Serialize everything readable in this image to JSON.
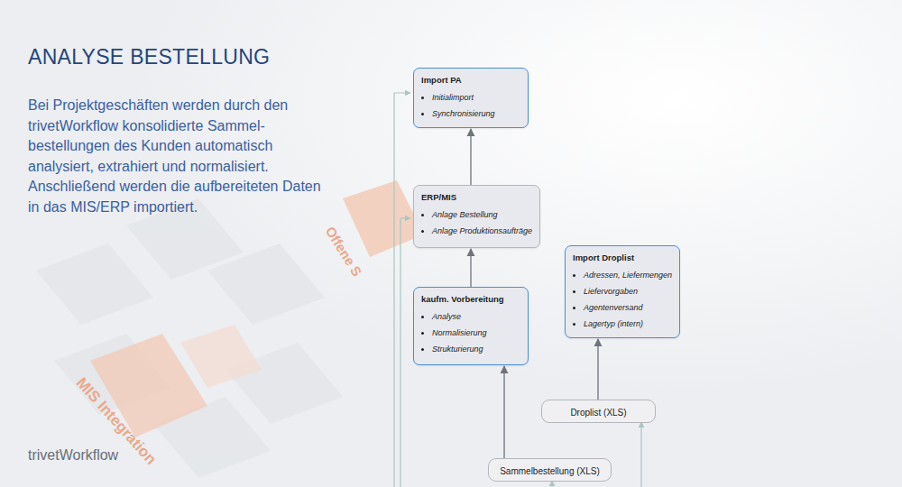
{
  "diagram": {
    "title": "ANALYSE BESTELLUNG",
    "nodes": [
      {
        "text": [
          "Import PA",
          "Initialimport",
          "Synchronisierung"
        ]
      },
      {
        "text": [
          "ERP/MIS",
          "Anlage Bestellung",
          "Anlage Produktionsaufträge"
        ]
      },
      {
        "text": [
          "kaufm. Vorbereitung",
          "Analyse",
          "Normalisierung",
          "Strukturierung"
        ]
      },
      {
        "text": [
          "Import Droplist",
          "Adressen, Liefermengen",
          "Liefervorgaben",
          "Agentenversand",
          "Lagertyp (intern)"
        ]
      },
      {
        "text": [
          "Droplist (XLS)"
        ]
      },
      {
        "text": [
          "Sammelbestellung (XLS)"
        ]
      }
    ],
    "edges": [
      {
        "from": 1,
        "to": 0,
        "arrow": "to"
      },
      {
        "from": 2,
        "to": 1,
        "arrow": "to"
      },
      {
        "from": 5,
        "to": 2,
        "arrow": "to"
      },
      {
        "from": 4,
        "to": 3,
        "arrow": "to"
      }
    ],
    "labels": [
      "Bei Projektgeschäften werden durch den trivetWorkflow konsolidierte Sammel- bestellungen des Kunden automatisch analysiert, extrahiert und normalisiert. Anschließend werden die aufbereiteten Daten in das MIS/ERP importiert.",
      "trivetWorkflow",
      "Offene S",
      "MIS Integration"
    ]
  }
}
